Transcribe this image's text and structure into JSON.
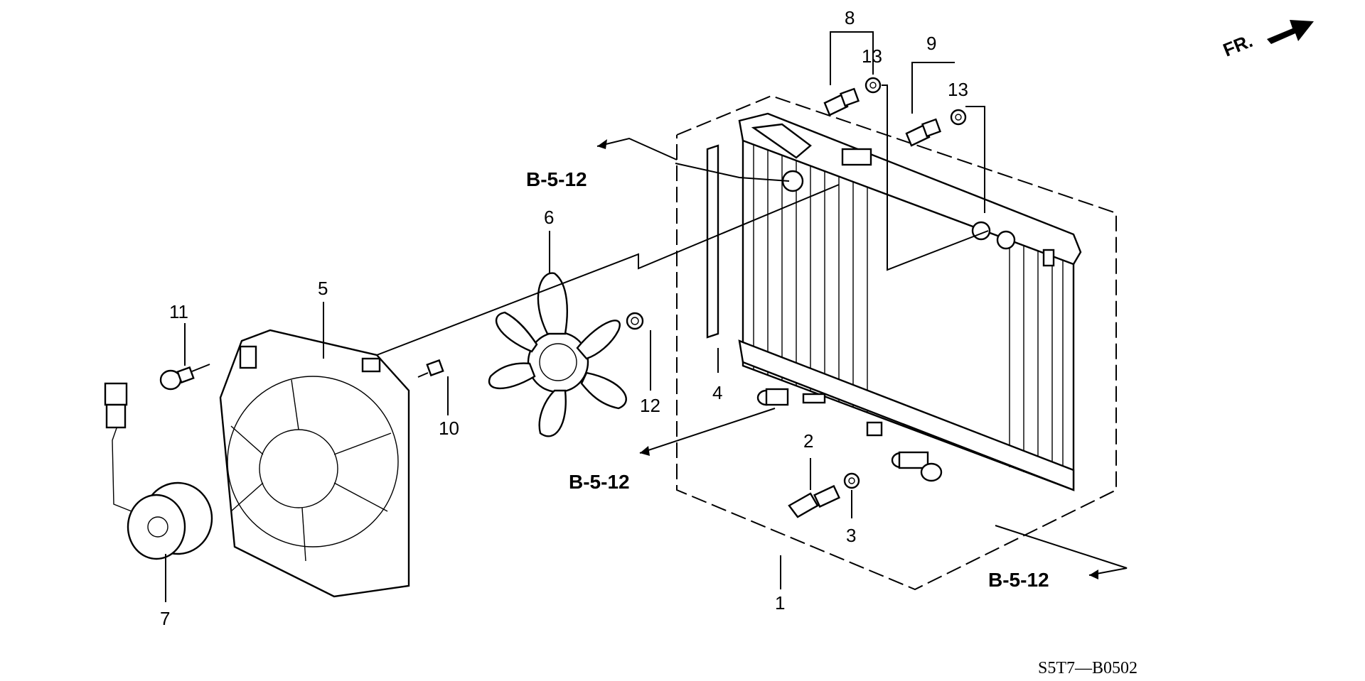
{
  "diagram": {
    "orientation_label": "FR.",
    "figure_code": "S5T7—B0502",
    "reference_label": "B-5-12",
    "callouts": {
      "p1": "1",
      "p2": "2",
      "p3": "3",
      "p4": "4",
      "p5": "5",
      "p6": "6",
      "p7": "7",
      "p8": "8",
      "p9": "9",
      "p10": "10",
      "p11": "11",
      "p12": "12",
      "p13a": "13",
      "p13b": "13"
    }
  }
}
